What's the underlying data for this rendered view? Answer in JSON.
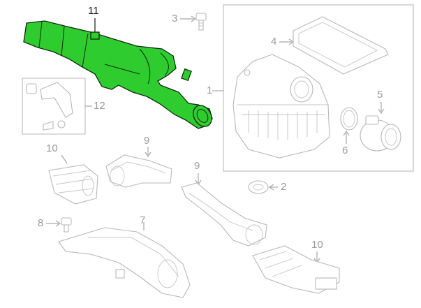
{
  "callouts": {
    "c11": "11",
    "c3": "3",
    "c4": "4",
    "c1": "1",
    "c5": "5",
    "c12": "12",
    "c6": "6",
    "c10a": "10",
    "c9a": "9",
    "c9b": "9",
    "c2": "2",
    "c8": "8",
    "c7": "7",
    "c10b": "10"
  },
  "colors": {
    "highlight": "#2fcc2f",
    "outline": "#b8b8b8"
  }
}
